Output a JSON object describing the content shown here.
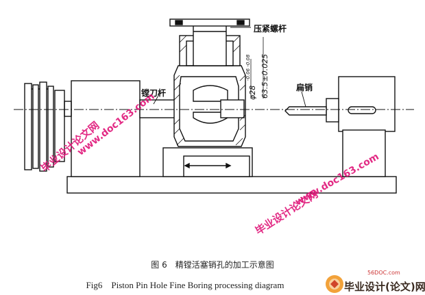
{
  "labels": {
    "clamp_screw": "压紧螺杆",
    "boring_bar": "镗刀杆",
    "flat_pin": "扁销",
    "dim_1": "φ28",
    "dim_1_tol": "-0.06 -0.08",
    "dim_2": "63.5±0.025"
  },
  "caption": {
    "cn": "图 6　精镗活塞销孔的加工示意图",
    "en": "Fig6　Piston Pin Hole Fine Boring processing diagram"
  },
  "watermarks": {
    "url": "www.doc163.com",
    "site": "毕业设计论文网"
  },
  "logo": {
    "small": "56DOC.com",
    "text": "毕业设计(论文)网"
  },
  "colors": {
    "line": "#111111",
    "watermark": "#e0187a",
    "background": "#ffffff"
  }
}
